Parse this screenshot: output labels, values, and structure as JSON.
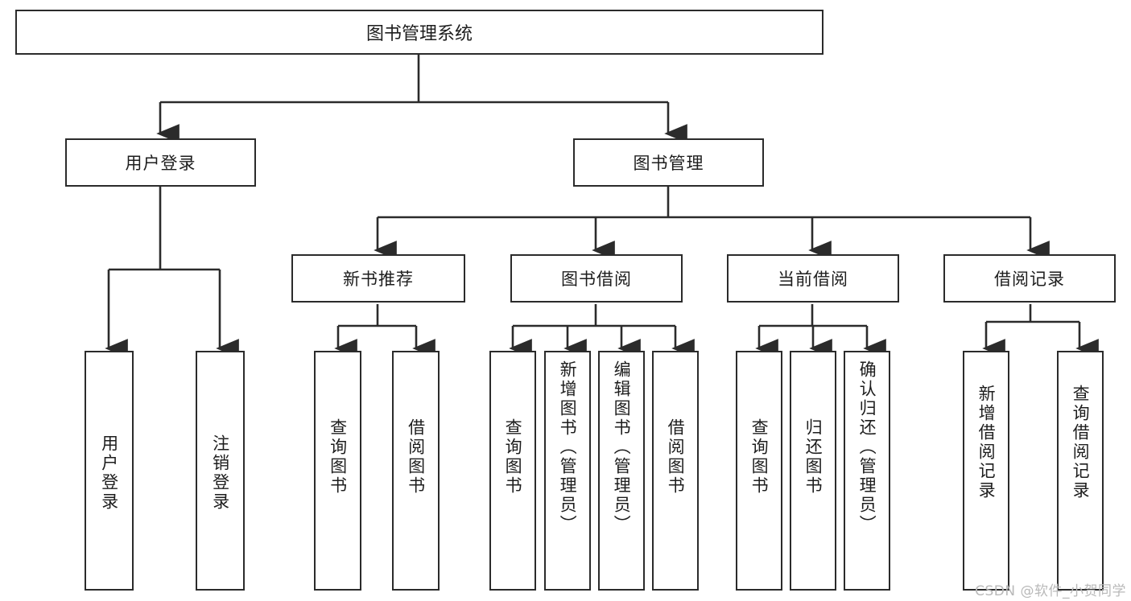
{
  "diagram": {
    "title": "图书管理系统",
    "watermark": "CSDN @软件_小贺同学",
    "colors": {
      "border": "#2b2b2b",
      "text": "#1d1d1d",
      "background": "#ffffff",
      "watermark": "#b9b9b9"
    },
    "nodes": {
      "root": "图书管理系统",
      "level2": [
        {
          "id": "user-login",
          "label": "用户登录"
        },
        {
          "id": "book-management",
          "label": "图书管理"
        }
      ],
      "level3": [
        {
          "id": "new-book-recommend",
          "label": "新书推荐"
        },
        {
          "id": "book-borrow",
          "label": "图书借阅"
        },
        {
          "id": "current-borrow",
          "label": "当前借阅"
        },
        {
          "id": "borrow-record",
          "label": "借阅记录"
        }
      ],
      "leaves": {
        "user-login": [
          {
            "id": "leaf-user-login",
            "label": "用户登录"
          },
          {
            "id": "leaf-logout",
            "label": "注销登录"
          }
        ],
        "new-book-recommend": [
          {
            "id": "leaf-query-book-1",
            "label": "查询图书"
          },
          {
            "id": "leaf-borrow-book-1",
            "label": "借阅图书"
          }
        ],
        "book-borrow": [
          {
            "id": "leaf-query-book-2",
            "label": "查询图书"
          },
          {
            "id": "leaf-add-book",
            "label": "新增图书（管理员）"
          },
          {
            "id": "leaf-edit-book",
            "label": "编辑图书（管理员）"
          },
          {
            "id": "leaf-borrow-book-2",
            "label": "借阅图书"
          }
        ],
        "current-borrow": [
          {
            "id": "leaf-query-book-3",
            "label": "查询图书"
          },
          {
            "id": "leaf-return-book",
            "label": "归还图书"
          },
          {
            "id": "leaf-confirm-return",
            "label": "确认归还（管理员）"
          }
        ],
        "borrow-record": [
          {
            "id": "leaf-add-record",
            "label": "新增借阅记录"
          },
          {
            "id": "leaf-query-record",
            "label": "查询借阅记录"
          }
        ]
      }
    }
  }
}
